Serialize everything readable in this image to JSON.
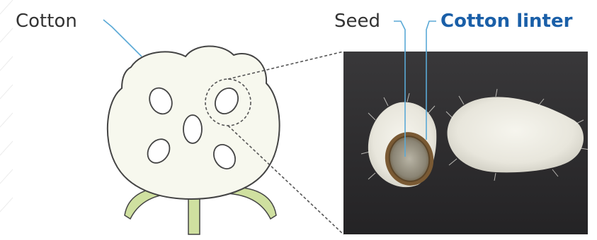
{
  "labels": {
    "cotton": "Cotton",
    "seed": "Seed",
    "cotton_linter": "Cotton linter"
  },
  "colors": {
    "label_text": "#333333",
    "highlight_text": "#1a5fa8",
    "leader_line": "#5aa9d6",
    "boll_fill": "#f7f8ee",
    "outline": "#444444",
    "stem_fill": "#cfe0a0",
    "photo_bg": "#2c2b2d",
    "fiber": "#efeee6"
  },
  "icons": {
    "cotton-boll": "cotton-boll-illustration",
    "photo": "cotton-seed-photo"
  }
}
